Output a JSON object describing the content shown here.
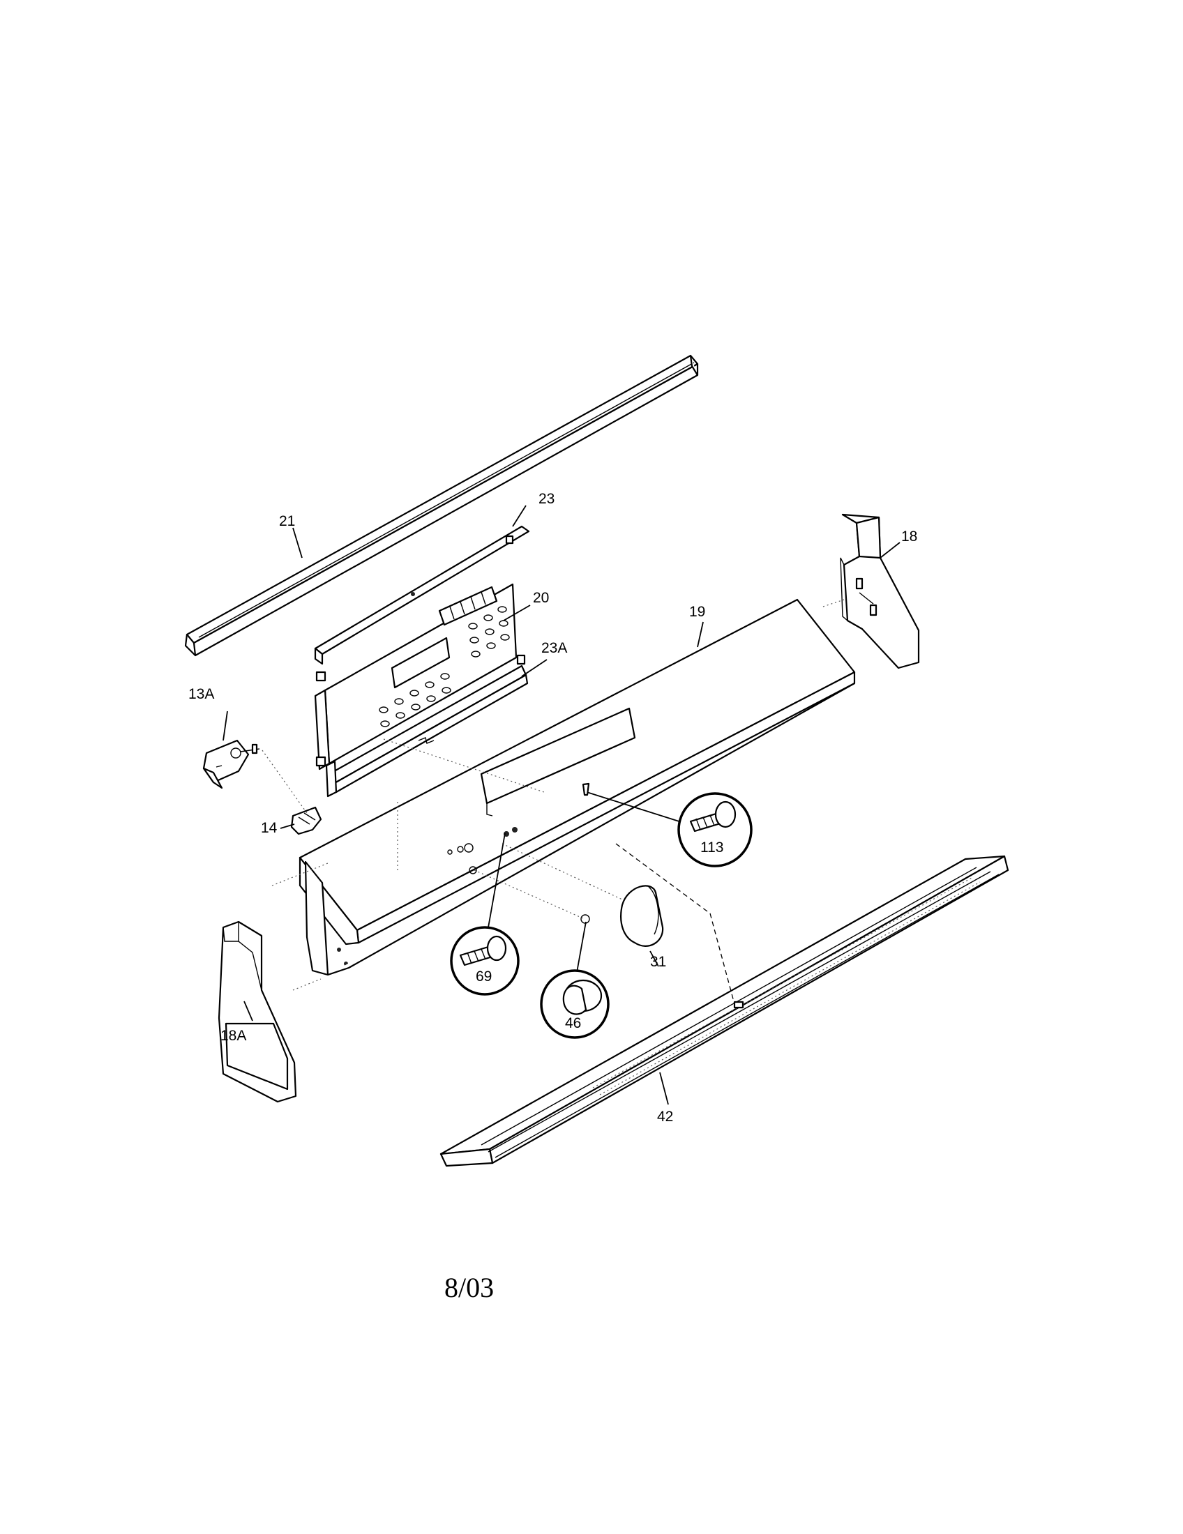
{
  "labels": {
    "p21": "21",
    "p23": "23",
    "p20": "20",
    "p23a": "23A",
    "p19": "19",
    "p18": "18",
    "p13a": "13A",
    "p14": "14",
    "p113": "113",
    "p69": "69",
    "p46": "46",
    "p31": "31",
    "p18a": "18A",
    "p42": "42"
  },
  "footer": {
    "date": "8/03"
  }
}
